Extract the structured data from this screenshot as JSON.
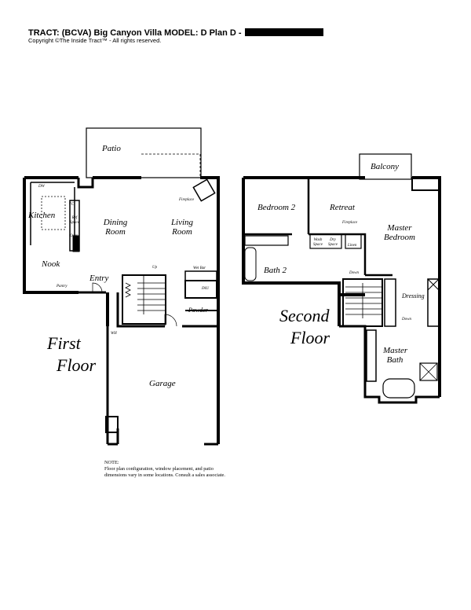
{
  "header": {
    "title": "TRACT: (BCVA) Big Canyon Villa   MODEL: D Plan D  -",
    "copyright": "Copyright  ©The Inside Tract™ - All rights reserved."
  },
  "first_floor": {
    "title_line1": "First",
    "title_line2": "Floor",
    "rooms": {
      "patio": "Patio",
      "kitchen": "Kitchen",
      "dining": "Dining Room",
      "living": "Living Room",
      "nook": "Nook",
      "entry": "Entry",
      "garage": "Garage",
      "powder": "Powder",
      "wet_bar": "Wet Bar",
      "fau": "FAU",
      "fireplace": "Fireplace",
      "dw": "DW",
      "tc": "TC",
      "ref": "Ref Space",
      "oven": "Oven",
      "pantry": "Pantry",
      "up": "Up",
      "wh": "WH"
    }
  },
  "second_floor": {
    "title_line1": "Second",
    "title_line2": "Floor",
    "rooms": {
      "balcony": "Balcony",
      "bedroom2": "Bedroom 2",
      "retreat": "Retreat",
      "master_bedroom": "Master Bedroom",
      "bath2": "Bath 2",
      "dressing": "Dressing",
      "master_bath": "Master Bath",
      "fireplace": "Fireplace",
      "wash": "Wash Space",
      "dry": "Dry Space",
      "linen": "Linen",
      "down1": "Down",
      "down2": "Down"
    }
  },
  "note": {
    "title": "NOTE:",
    "line1": "Floor plan configuration, window placement, and patio",
    "line2": "dimensions vary in some locations. Consult a sales associate."
  }
}
